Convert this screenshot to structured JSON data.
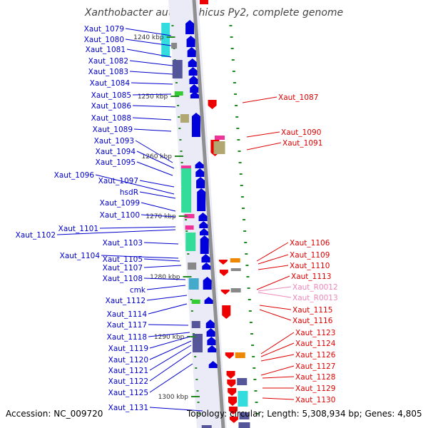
{
  "title": "Xanthobacter autotrophicus Py2, complete genome",
  "accession": "Accession: NC_009720",
  "topology": "Topology: circular; Length: 5,308,934 bp; Genes: 4,805",
  "colors": {
    "forward_label": "#0000cc",
    "reverse_label": "#dd0000",
    "rna_label": "#ee88bb",
    "forward_gene": "#0000dd",
    "reverse_gene": "#ee0000",
    "cyan": "#33dddd",
    "slate": "#555599",
    "olive": "#b0a870",
    "green": "#33dd99",
    "magenta": "#ee3399",
    "orange": "#ee8800",
    "gray": "#888888",
    "tick": "#228822"
  },
  "scale_labels": [
    {
      "text": "1240 kbp"
    },
    {
      "text": "1250 kbp"
    },
    {
      "text": "1260 kbp"
    },
    {
      "text": "1270 kbp"
    },
    {
      "text": "1280 kbp"
    },
    {
      "text": "1290 kbp"
    },
    {
      "text": "1300 kbp"
    }
  ],
  "left_labels": [
    "Xaut_1079",
    "Xaut_1080",
    "Xaut_1081",
    "Xaut_1082",
    "Xaut_1083",
    "Xaut_1084",
    "Xaut_1085",
    "Xaut_1086",
    "Xaut_1088",
    "Xaut_1089",
    "Xaut_1093",
    "Xaut_1094",
    "Xaut_1095",
    "Xaut_1096",
    "Xaut_1097",
    "hsdR",
    "Xaut_1099",
    "Xaut_1100",
    "Xaut_1101",
    "Xaut_1102",
    "Xaut_1103",
    "Xaut_1104",
    "Xaut_1105",
    "Xaut_1107",
    "Xaut_1108",
    "cmk",
    "Xaut_1112",
    "Xaut_1114",
    "Xaut_1117",
    "Xaut_1118",
    "Xaut_1119",
    "Xaut_1120",
    "Xaut_1121",
    "Xaut_1122",
    "Xaut_1125",
    "Xaut_1131"
  ],
  "right_labels": [
    {
      "text": "Xaut_1087",
      "kind": "gene"
    },
    {
      "text": "Xaut_1090",
      "kind": "gene"
    },
    {
      "text": "Xaut_1091",
      "kind": "gene"
    },
    {
      "text": "Xaut_1106",
      "kind": "gene"
    },
    {
      "text": "Xaut_1109",
      "kind": "gene"
    },
    {
      "text": "Xaut_1110",
      "kind": "gene"
    },
    {
      "text": "Xaut_1113",
      "kind": "gene"
    },
    {
      "text": "Xaut_R0012",
      "kind": "rna"
    },
    {
      "text": "Xaut_R0013",
      "kind": "rna"
    },
    {
      "text": "Xaut_1115",
      "kind": "gene"
    },
    {
      "text": "Xaut_1116",
      "kind": "gene"
    },
    {
      "text": "Xaut_1123",
      "kind": "gene"
    },
    {
      "text": "Xaut_1124",
      "kind": "gene"
    },
    {
      "text": "Xaut_1126",
      "kind": "gene"
    },
    {
      "text": "Xaut_1127",
      "kind": "gene"
    },
    {
      "text": "Xaut_1128",
      "kind": "gene"
    },
    {
      "text": "Xaut_1129",
      "kind": "gene"
    },
    {
      "text": "Xaut_1130",
      "kind": "gene"
    }
  ]
}
